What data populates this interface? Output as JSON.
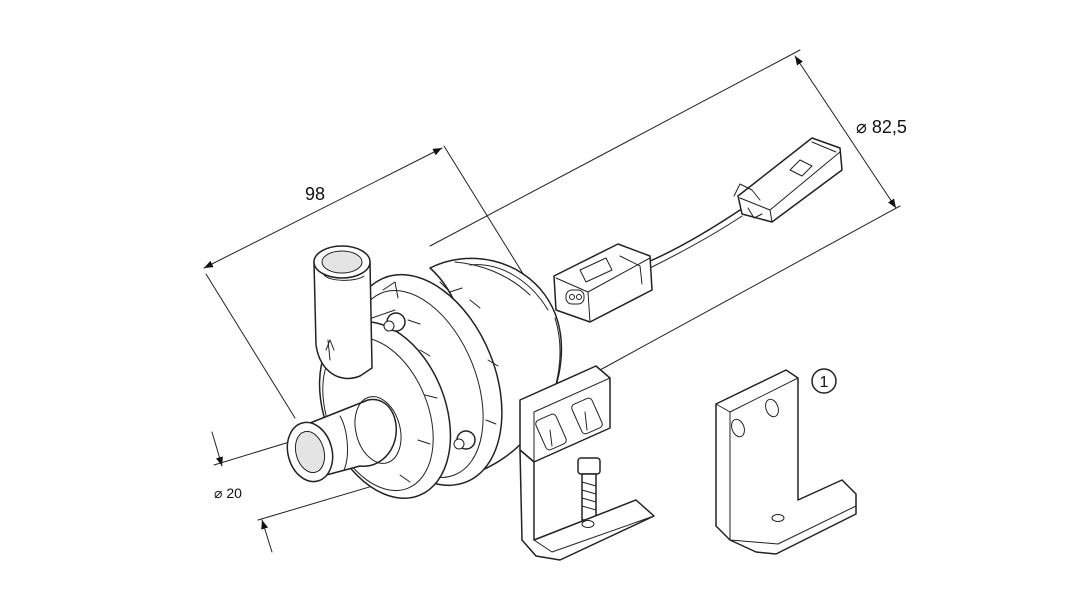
{
  "dimensions": {
    "length": "98",
    "diameter_large": "⌀ 82,5",
    "diameter_small": "⌀  20"
  },
  "callout": {
    "number": "1"
  },
  "colors": {
    "line": "#222222",
    "background": "#ffffff"
  }
}
